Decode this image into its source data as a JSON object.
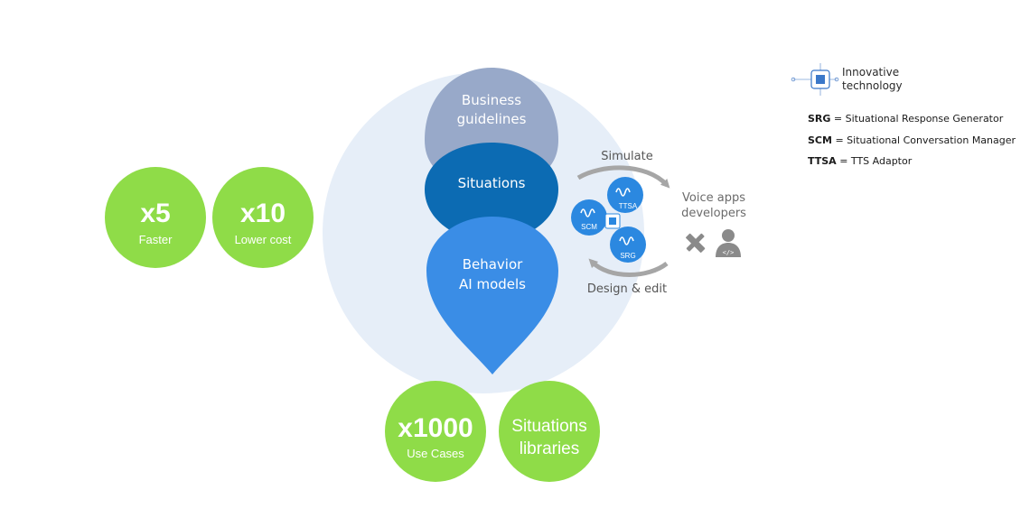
{
  "colors": {
    "big_circle": "#e6eef8",
    "green": "#8fdc48",
    "business": "#98a9c9",
    "situations": "#0c6bb3",
    "behavior": "#3a8de6",
    "node_blue": "#2b88e0",
    "arrow_gray": "#a6a6a6",
    "icon_gray": "#8a8a8a"
  },
  "stats": {
    "faster": {
      "value": "x5",
      "label": "Faster"
    },
    "cost": {
      "value": "x10",
      "label": "Lower cost"
    },
    "use_cases": {
      "value": "x1000",
      "label": "Use Cases"
    },
    "libraries": {
      "line1": "Situations",
      "line2": "libraries"
    }
  },
  "layers": {
    "business": {
      "line1": "Business",
      "line2": "guidelines"
    },
    "situations": {
      "label": "Situations"
    },
    "behavior": {
      "line1": "Behavior",
      "line2": "AI models"
    }
  },
  "cycle": {
    "simulate": "Simulate",
    "design": "Design & edit",
    "nodes": {
      "ttsa": "TTSA",
      "scm": "SCM",
      "srg": "SRG"
    }
  },
  "developers": {
    "line1": "Voice apps",
    "line2": "developers",
    "icons": [
      "pencil-ruler-icon",
      "developer-user-icon"
    ]
  },
  "legend": {
    "title_line1": "Innovative",
    "title_line2": "technology",
    "icon": "chip-icon",
    "items": [
      {
        "abbr": "SRG",
        "text": " =  Situational Response Generator"
      },
      {
        "abbr": "SCM",
        "text": " =  Situational Conversation Manager"
      },
      {
        "abbr": "TTSA",
        "text": " = TTS Adaptor"
      }
    ]
  }
}
